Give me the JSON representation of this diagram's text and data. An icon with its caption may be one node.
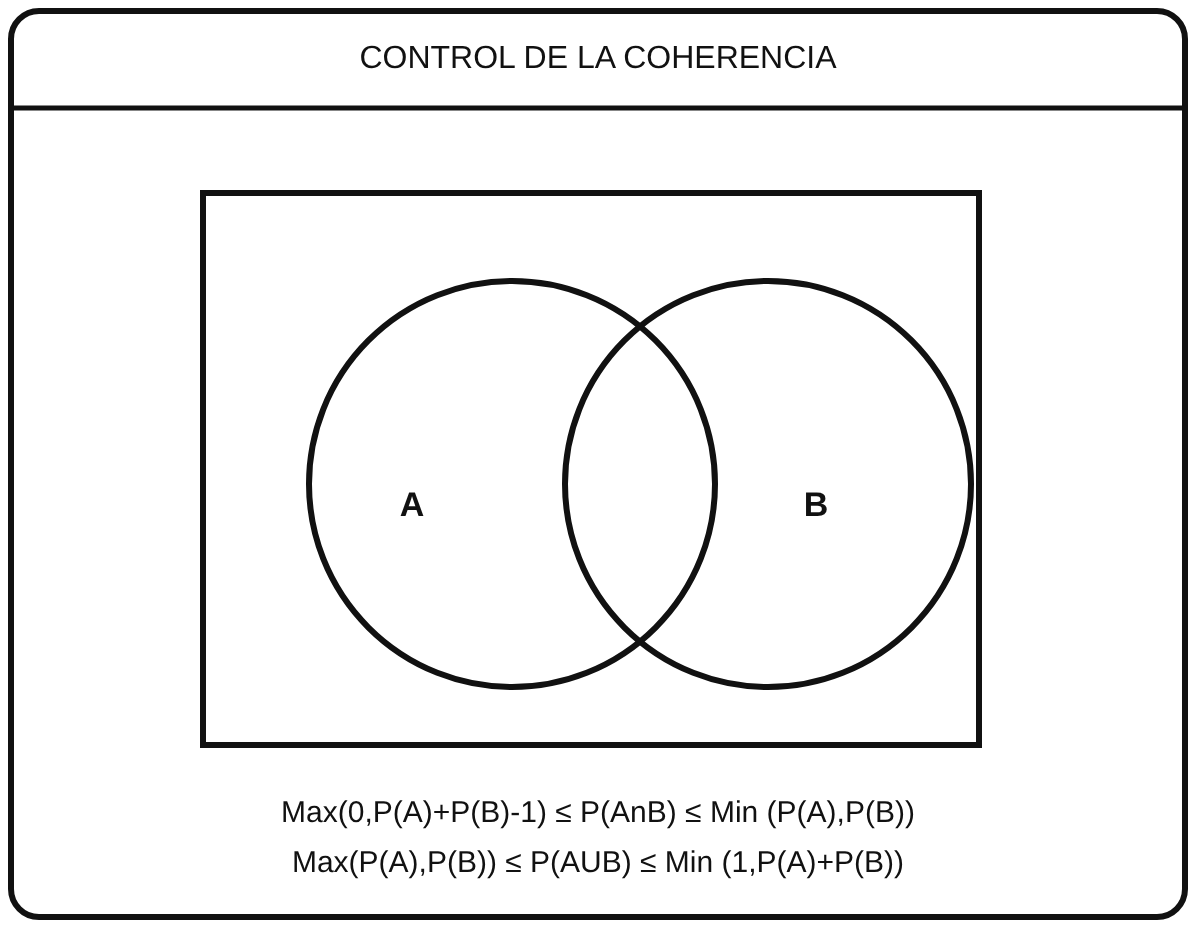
{
  "diagram": {
    "nodes": [
      {
        "text": [
          "CONTROL DE LA COHERENCIA",
          "Max(0,P(A)+P(B)-1) ≤ P(AnB) ≤ Min (P(A),P(B))",
          "Max(P(A),P(B)) ≤ P(AUB) ≤ Min (1,P(A)+P(B))"
        ]
      },
      {
        "text": [],
        "shape": "box",
        "in": 0
      },
      {
        "text": [
          "A"
        ],
        "in": 1
      },
      {
        "text": [
          "B"
        ],
        "in": 1
      }
    ]
  }
}
